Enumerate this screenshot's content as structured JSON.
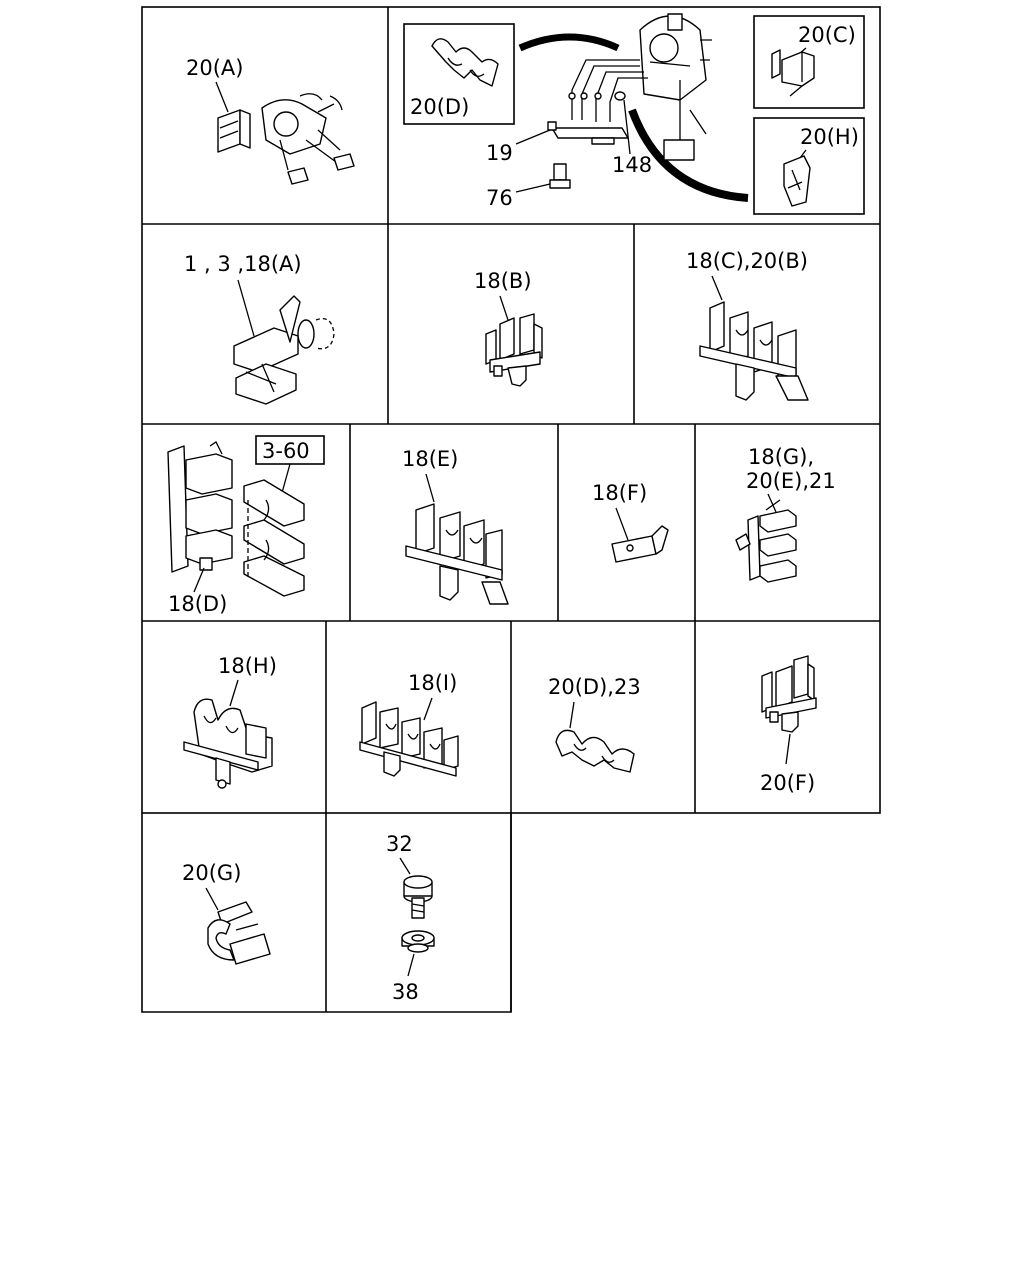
{
  "labels": {
    "cell1": "20(A)",
    "cell2_inset1": "20(D)",
    "cell2_19": "19",
    "cell2_148": "148",
    "cell2_76": "76",
    "cell2_inset2": "20(C)",
    "cell2_inset3": "20(H)",
    "cell3": "1 , 3 ,18(A)",
    "cell4": "18(B)",
    "cell5": "18(C),20(B)",
    "cell6_ref": "3-60",
    "cell6": "18(D)",
    "cell7": "18(E)",
    "cell8": "18(F)",
    "cell9_line1": "18(G),",
    "cell9_line2": "20(E),21",
    "cell10": "18(H)",
    "cell11": "18(I)",
    "cell12": "20(D),23",
    "cell13": "20(F)",
    "cell14": "20(G)",
    "cell15_top": "32",
    "cell15_bottom": "38"
  }
}
